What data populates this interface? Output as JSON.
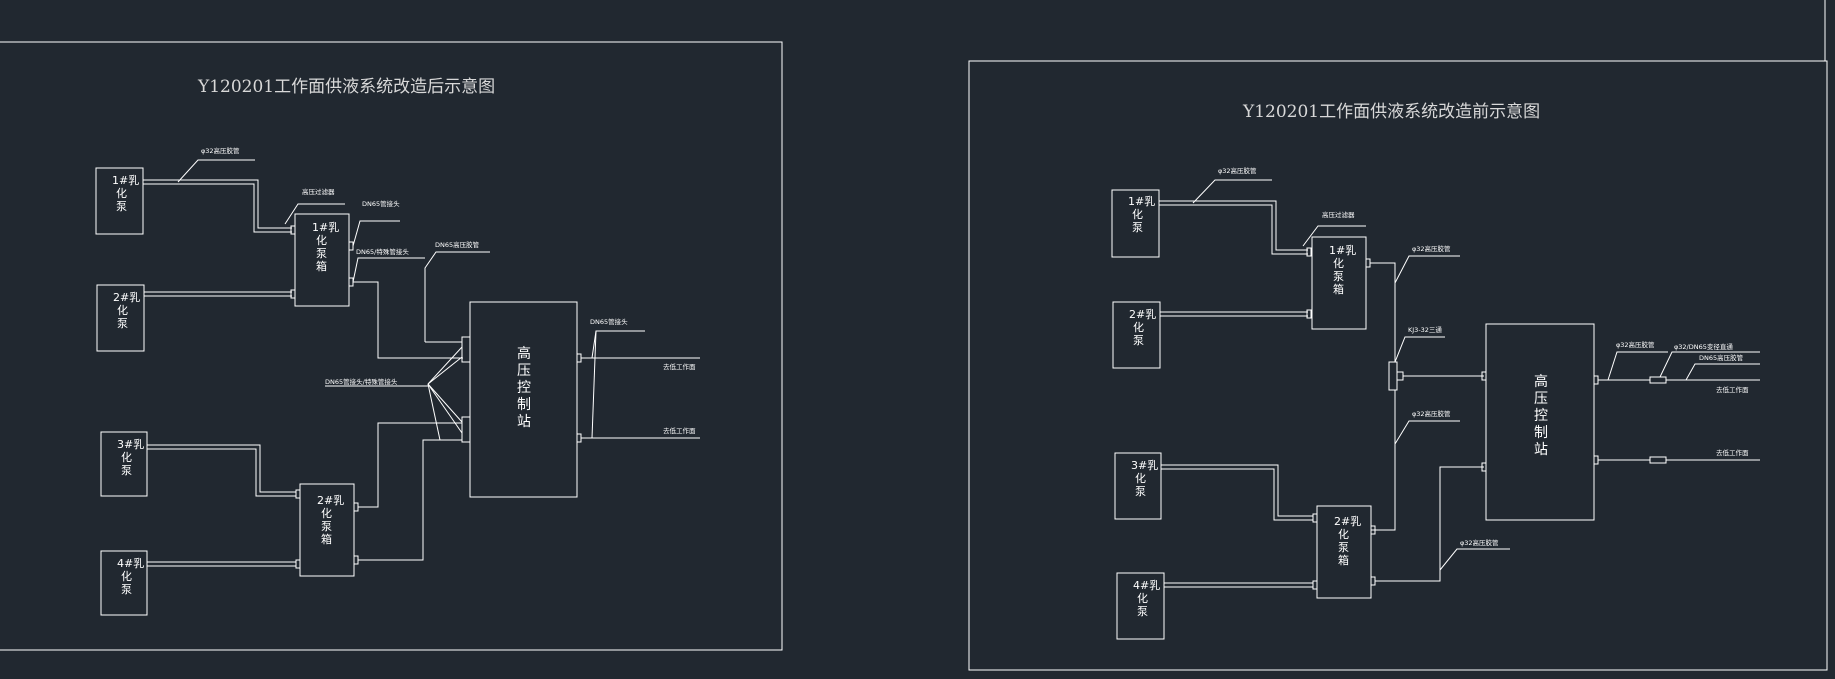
{
  "after": {
    "title": "Y120201工作面供液系统改造后示意图",
    "pump1": "1#乳化泵",
    "pump2": "2#乳化泵",
    "pump3": "3#乳化泵",
    "pump4": "4#乳化泵",
    "tank1": "1#乳化泵箱",
    "tank2": "2#乳化泵箱",
    "station": "高压控制站",
    "label_hose32": "φ32高压胶管",
    "label_filter": "高压过滤器",
    "label_dn65_joint": "DN65管接头",
    "label_dn65_special": "DN65/特殊管接头",
    "label_dn65_hose": "DN65高压胶管",
    "label_dn65_joint_out": "DN65管接头",
    "label_dn65_joint_special": "DN65管接头/特殊管接头",
    "out_1": "去低工作面",
    "out_2": "去低工作面"
  },
  "before": {
    "title": "Y120201工作面供液系统改造前示意图",
    "pump1": "1#乳化泵",
    "pump2": "2#乳化泵",
    "pump3": "3#乳化泵",
    "pump4": "4#乳化泵",
    "tank1": "1#乳化泵箱",
    "tank2": "2#乳化泵箱",
    "station": "高压控制站",
    "label_hose32_a": "φ32高压胶管",
    "label_filter": "高压过滤器",
    "label_hose32_b": "φ32高压胶管",
    "label_kj": "KJ3-32三通",
    "label_hose32_c": "φ32高压胶管",
    "label_hose32_d": "φ32高压胶管",
    "label_hose32_e": "φ32高压胶管",
    "label_reducer": "φ32/DN65变径直通",
    "label_dn65_hose": "DN65高压胶管",
    "out_1": "去低工作面",
    "out_2": "去低工作面"
  }
}
